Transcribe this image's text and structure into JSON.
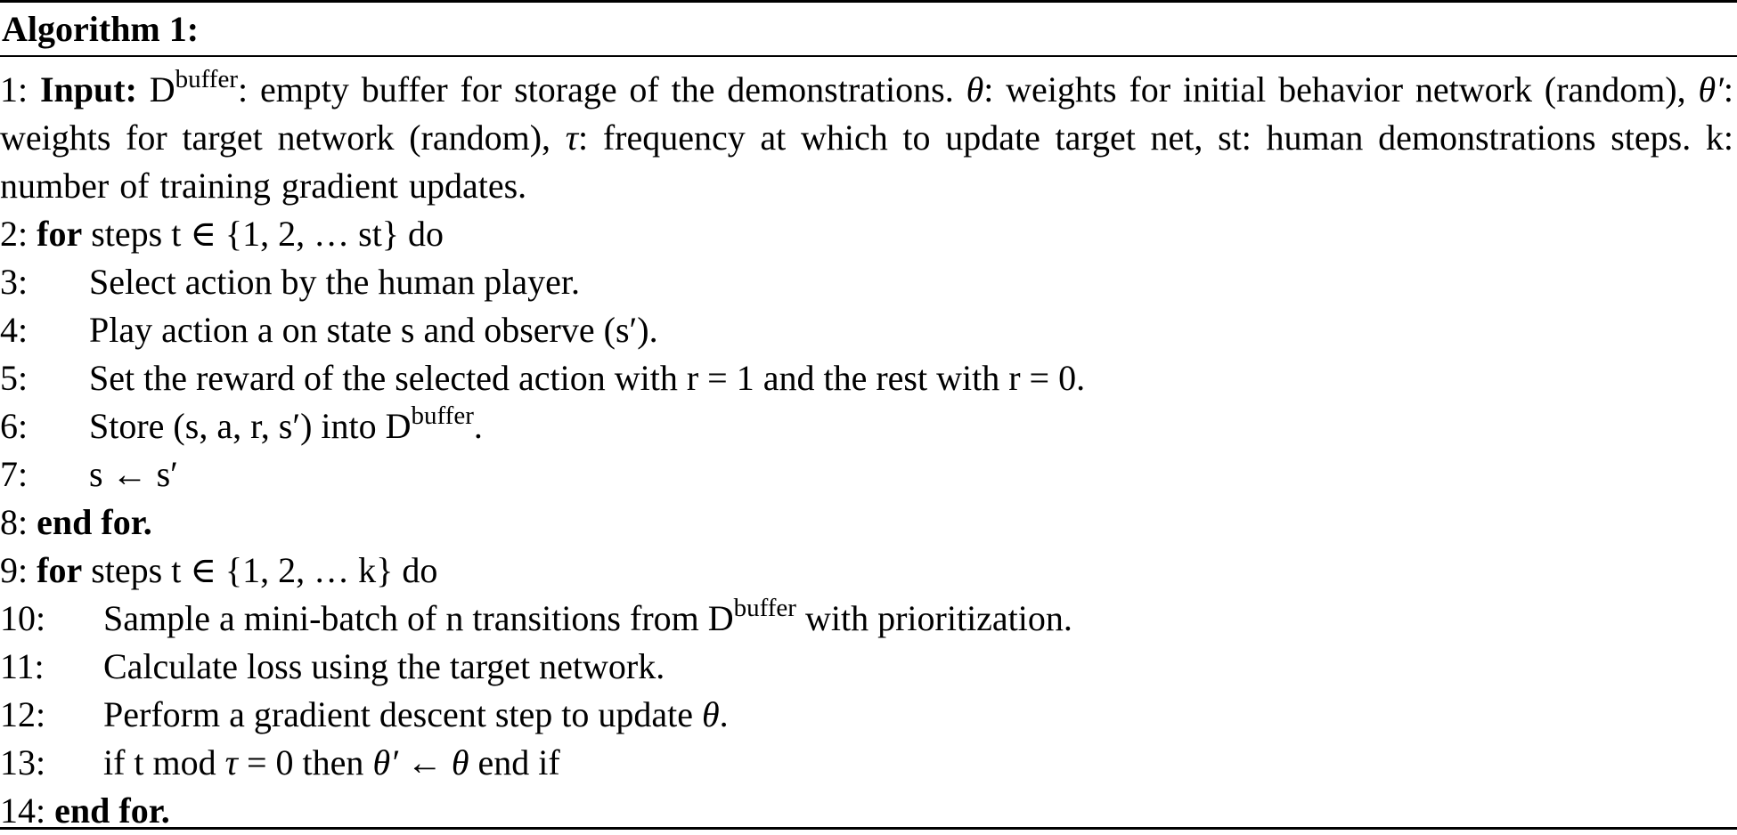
{
  "algorithm": {
    "title": "Algorithm 1:",
    "lines": {
      "l1": {
        "num": "1:",
        "kw": "Input:",
        "a": "D",
        "a_sup": "buffer",
        "b": ": empty buffer for storage of the demonstrations. ",
        "theta": "θ",
        "c": ": weights for initial behavior network (random), ",
        "theta_prime": "θ′",
        "d": ": weights for target network (random), ",
        "tau": "τ",
        "e": ": frequency at which to update target net, st: human demonstrations steps. k: number of training gradient updates."
      },
      "l2": {
        "num": "2:",
        "kw": "for",
        "text": " steps t ∈ {1, 2, … st} do"
      },
      "l3": {
        "num": "3:",
        "text": "Select action by the human player."
      },
      "l4": {
        "num": "4:",
        "text": "Play action a on state s and observe (s′)."
      },
      "l5": {
        "num": "5:",
        "text": "Set the reward of the selected action with r = 1 and the rest with r = 0."
      },
      "l6": {
        "num": "6:",
        "text": "Store (s, a, r, s′) into D",
        "sup": "buffer",
        "tail": "."
      },
      "l7": {
        "num": "7:",
        "text": "s ← s′"
      },
      "l8": {
        "num": "8:",
        "kw": "end for."
      },
      "l9": {
        "num": "9:",
        "kw": "for",
        "text": " steps t ∈ {1, 2, … k} do"
      },
      "l10": {
        "num": "10:",
        "text": "Sample a mini-batch of n transitions from D",
        "sup": "buffer",
        "tail": " with prioritization."
      },
      "l11": {
        "num": "11:",
        "text": "Calculate loss using the target network."
      },
      "l12": {
        "num": "12:",
        "text": "Perform a gradient descent step to update ",
        "theta": "θ",
        "tail": "."
      },
      "l13": {
        "num": "13:",
        "a": "if t mod ",
        "tau": "τ",
        "b": " = 0 then ",
        "theta_prime": "θ′",
        "c": " ← ",
        "theta": "θ",
        "d": " end if"
      },
      "l14": {
        "num": "14:",
        "kw": "end for."
      }
    }
  }
}
